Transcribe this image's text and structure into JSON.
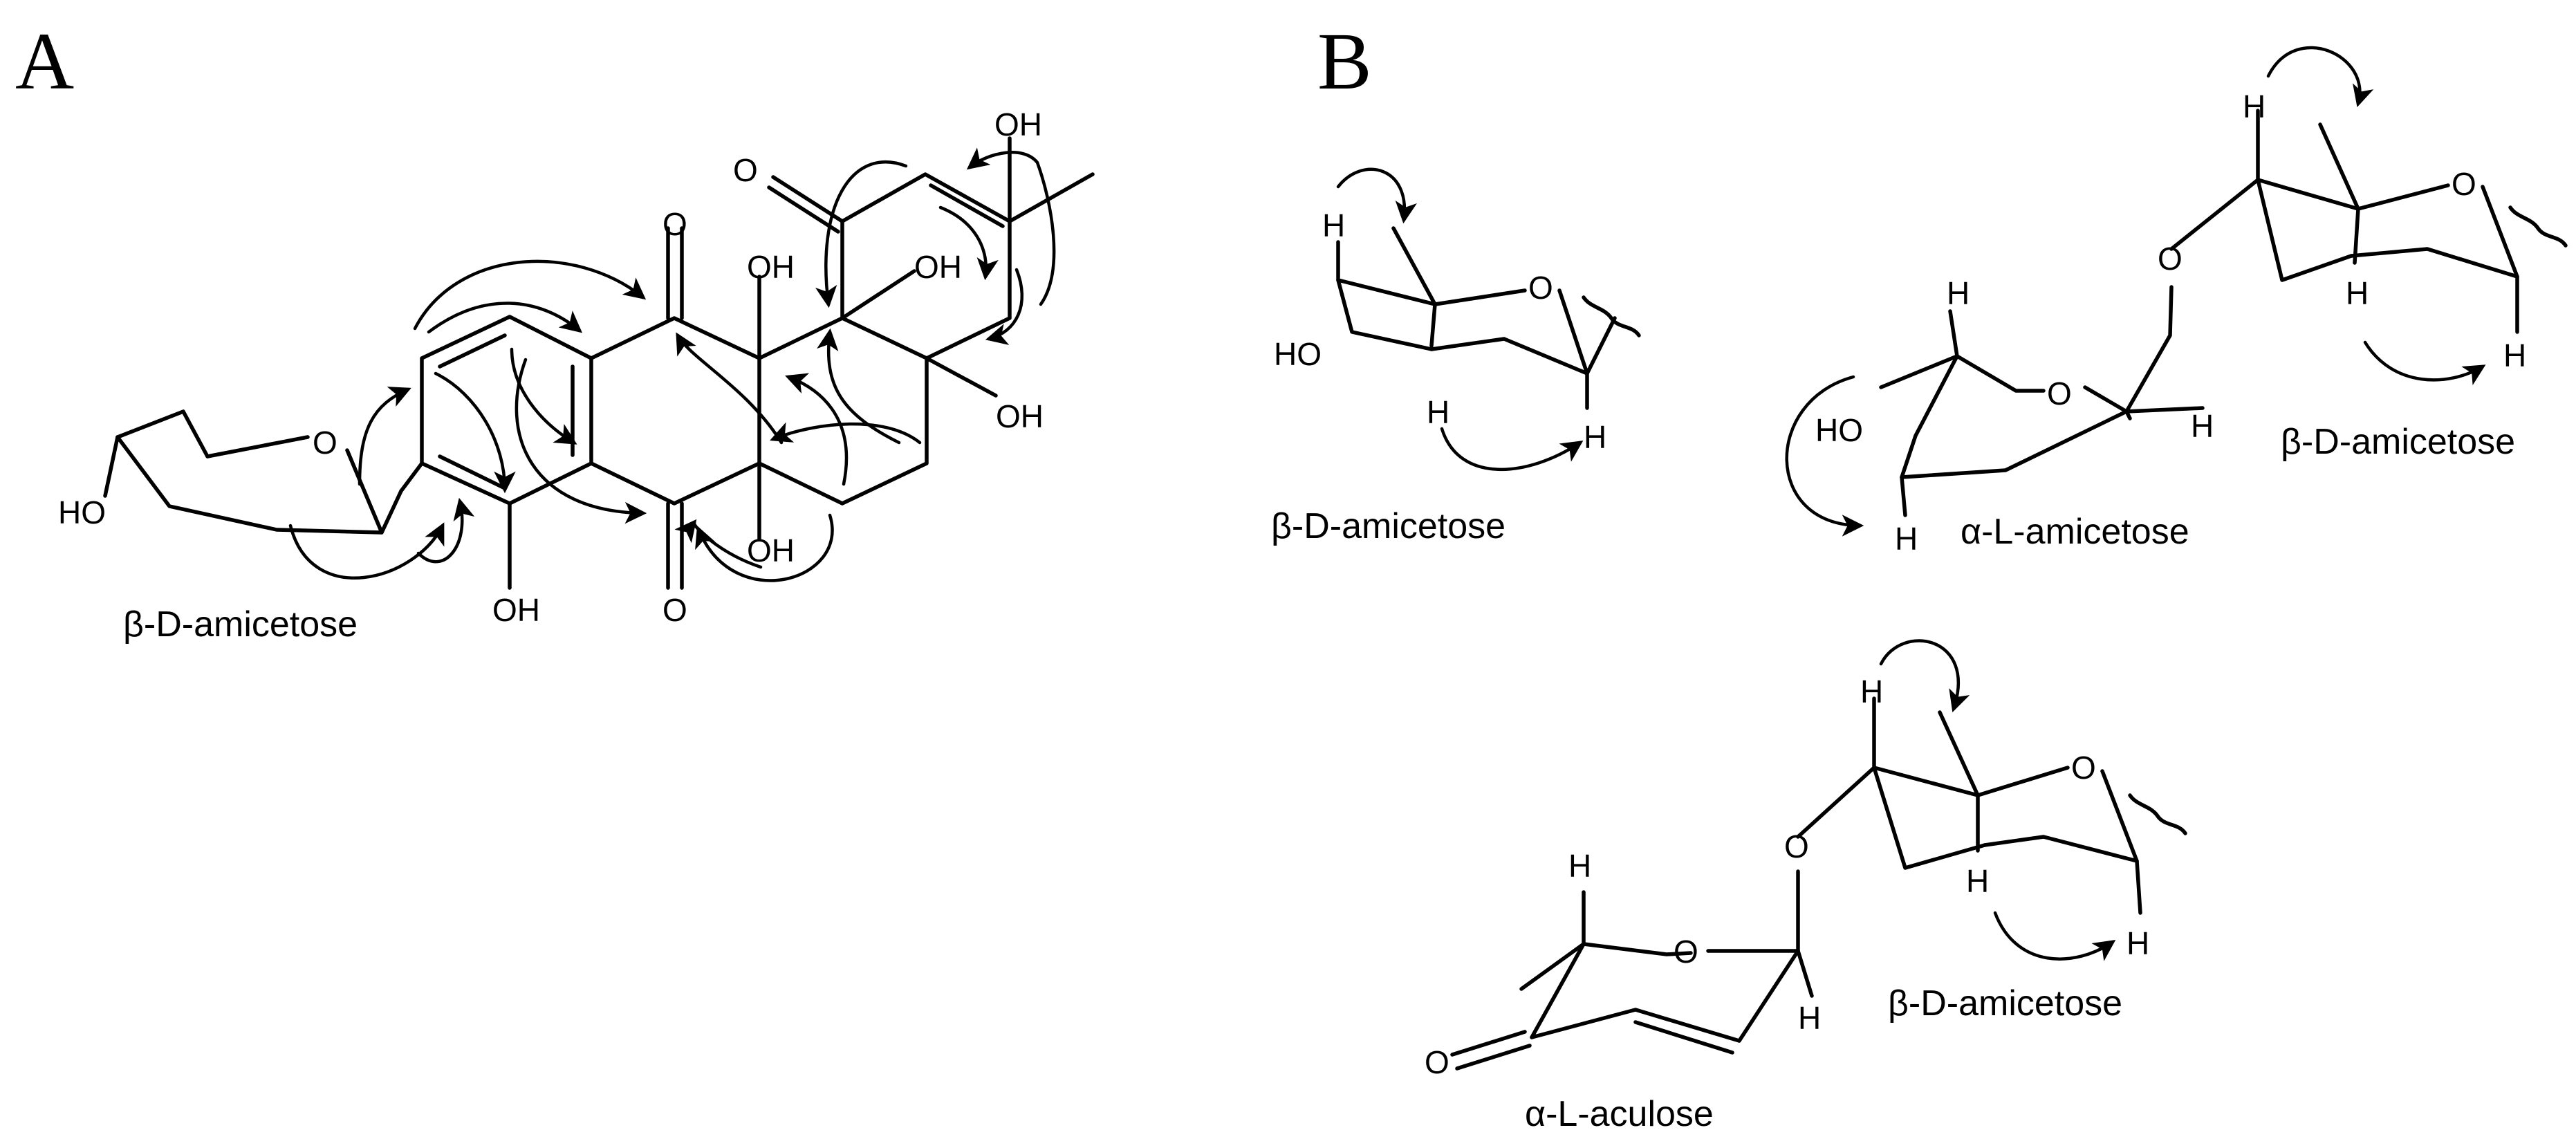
{
  "panels": {
    "a": "A",
    "b": "B"
  },
  "atoms": {
    "oh": "OH",
    "ho": "HO",
    "o": "O",
    "h": "H"
  },
  "sugars": {
    "a_sugar": "β-D-amicetose",
    "b1_sugar": "β-D-amicetose",
    "b2_sugar1": "α-L-amicetose",
    "b2_sugar2": "β-D-amicetose",
    "b3_sugar1": "α-L-aculose",
    "b3_sugar2": "β-D-amicetose"
  },
  "colors": {
    "ink": "#000000",
    "background": "#ffffff"
  }
}
